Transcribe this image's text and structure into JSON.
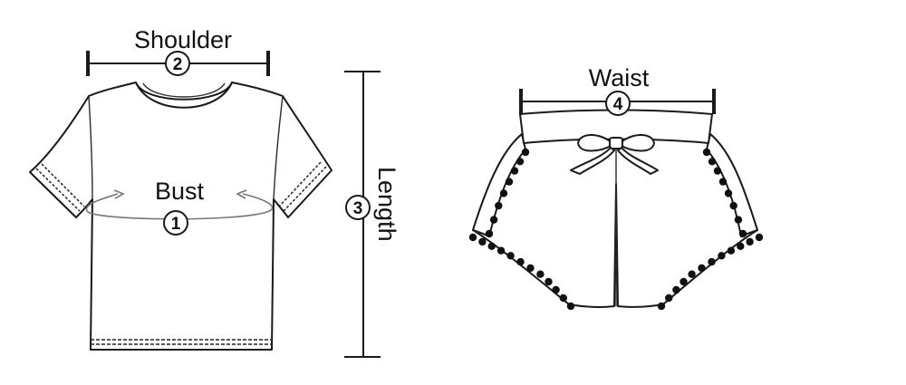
{
  "measurements": {
    "shoulder": {
      "label": "Shoulder",
      "number": "2"
    },
    "bust": {
      "label": "Bust",
      "number": "1"
    },
    "length": {
      "label": "Length",
      "number": "3"
    },
    "waist": {
      "label": "Waist",
      "number": "4"
    }
  }
}
